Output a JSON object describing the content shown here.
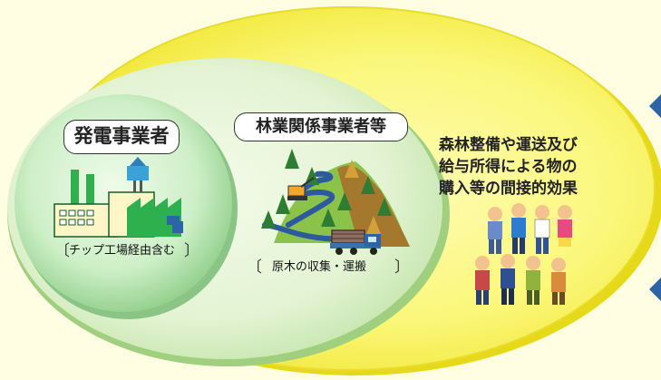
{
  "power_label": "発電事業者",
  "power_note": "チップ工場経由含む",
  "forestry_label": "林業関係事業者等",
  "forestry_note": "原木の収集・運搬",
  "indirect_lines": [
    "森林整備や運送及び",
    "給与所得による物の",
    "購入等の間接的効果"
  ],
  "colors": {
    "background": "#fffde2",
    "outer_ellipse": "#fbf64f",
    "middle_ellipse": "#dff1cd",
    "inner_circle": "#c7edc0",
    "factory_green": "#2fb04f",
    "arrow_blue": "#2c64a6"
  },
  "icons": [
    "factory-icon",
    "forest-hill-icon",
    "truck-icon",
    "workers-icon",
    "arrow-icon"
  ]
}
